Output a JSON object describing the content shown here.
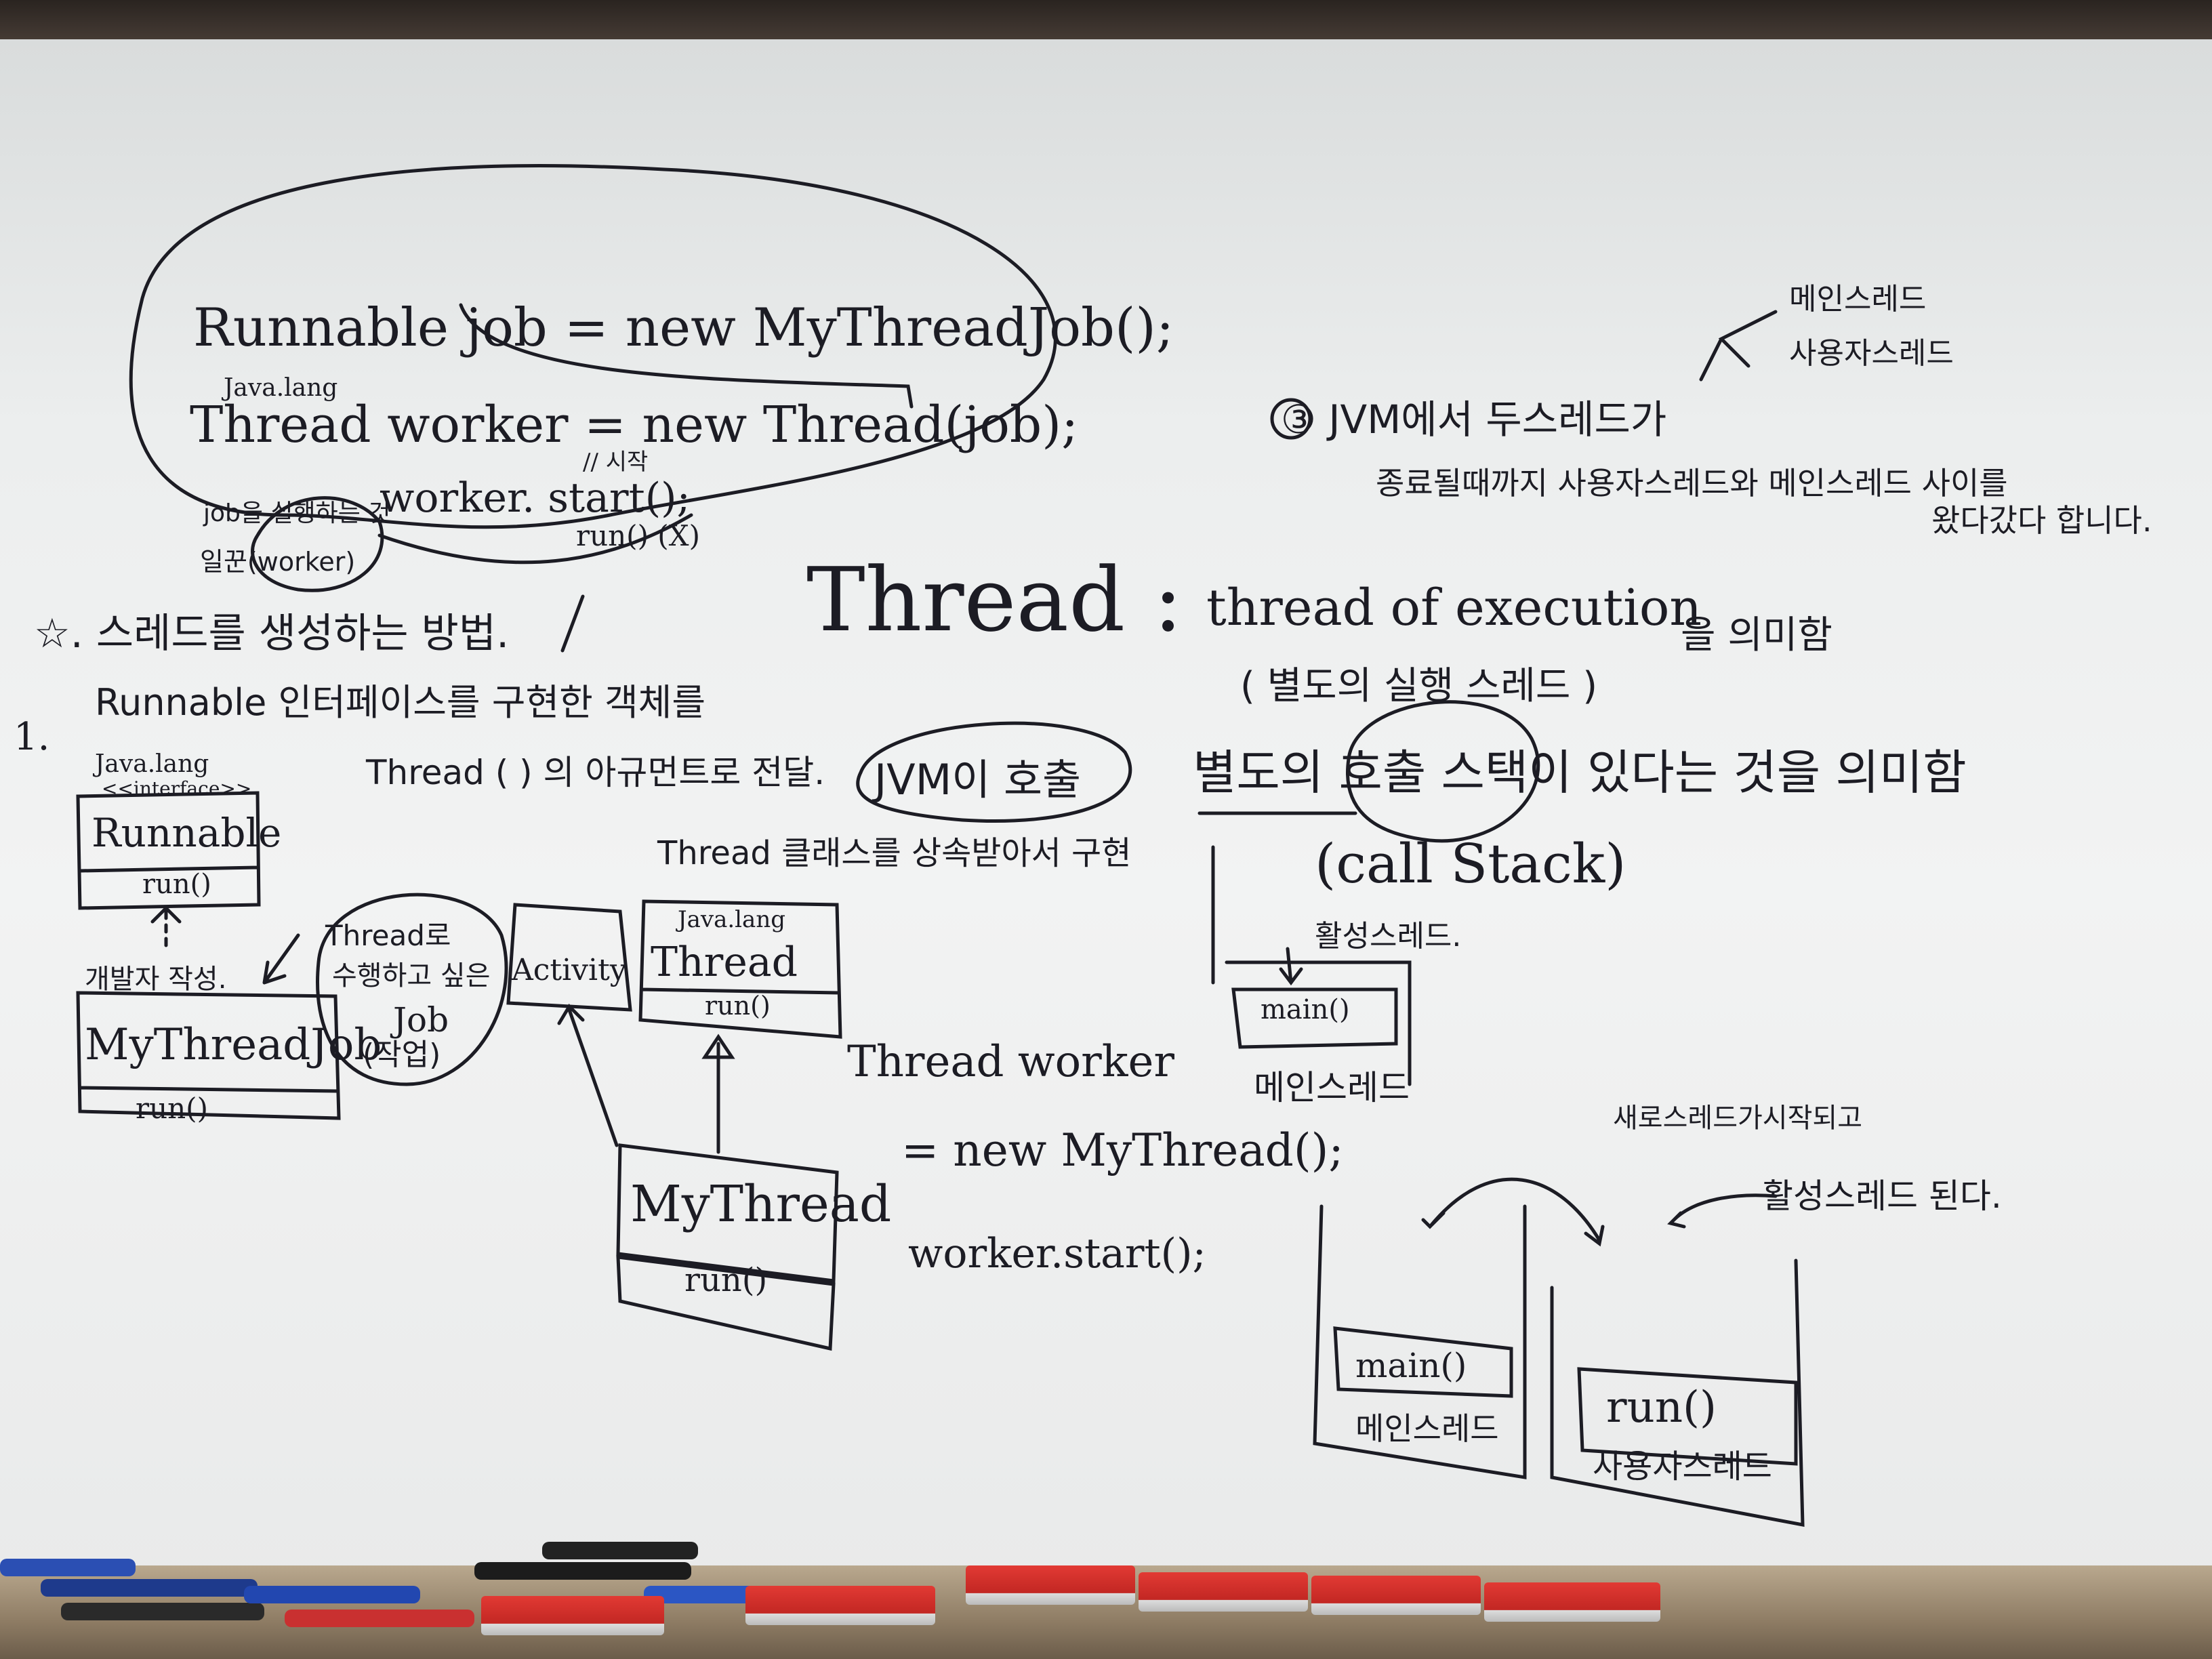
{
  "whiteboard": {
    "top_code": {
      "line1": "Runnable job = new MyThreadJob();",
      "line2_label": "Java.lang",
      "line2": "Thread worker = new Thread(job);",
      "start_note": "// 시작",
      "line3": "worker. start();",
      "side_note_1": "job을 실행하는 것",
      "side_note_2": "일꾼(worker)",
      "run_note": "run() (X)"
    },
    "right_notes": {
      "branch_1": "메인스레드",
      "branch_2": "사용자스레드",
      "line1": "③ JVM에서 두스레드가",
      "line2": "종료될때까지  사용자스레드와 메인스레드 사이를",
      "line3": "왔다갔다 합니다."
    },
    "heading": "☆. 스레드를 생성하는 방법.",
    "thread_def": {
      "title": "Thread :",
      "phrase": "thread of execution",
      "meaning": "을 의미함",
      "paren": "( 별도의 실행 스레드 )",
      "call_line": "별도의 호출 스택이 있다는 것을 의미함",
      "call_stack": "(call Stack)",
      "jvm": "JVM이 호출"
    },
    "method1": {
      "num": "1.",
      "line1": "Runnable 인터페이스를 구현한 객체를",
      "line2": "Thread ( ) 의 아규먼트로 전달."
    },
    "method2": "Thread 클래스를 상속받아서 구현",
    "uml": {
      "runnable_pkg": "Java.lang",
      "runnable_stereo": "<<interface>>",
      "runnable_name": "Runnable",
      "runnable_method": "run()",
      "dev_note": "개발자 작성.",
      "mythreadjob_name": "MyThreadJob",
      "mythreadjob_method": "run()",
      "job_bubble_1": "Thread로",
      "job_bubble_2": "수행하고 싶은",
      "job_bubble_3": "Job",
      "job_bubble_4": "(작업)",
      "activity": "Activity",
      "thread_pkg": "Java.lang",
      "thread_name": "Thread",
      "thread_method": "run()",
      "mythread_name": "MyThread",
      "mythread_method": "run()"
    },
    "code2": {
      "line1": "Thread worker",
      "line2": "= new MyThread();",
      "line3": "worker.start();"
    },
    "stack_diagram": {
      "active": "활성스레드.",
      "main_frame": "main()",
      "main_label": "메인스레드",
      "new_note": "새로스레드가시작되고",
      "active_note": "활성스레드 된다.",
      "stack1_frame": "main()",
      "stack1_label": "메인스레드",
      "stack2_frame": "run()",
      "stack2_label": "사용자스레드"
    }
  },
  "colors": {
    "ink": "#1c1c24",
    "board": "#eceeee",
    "eraser": "#d12f2a"
  }
}
